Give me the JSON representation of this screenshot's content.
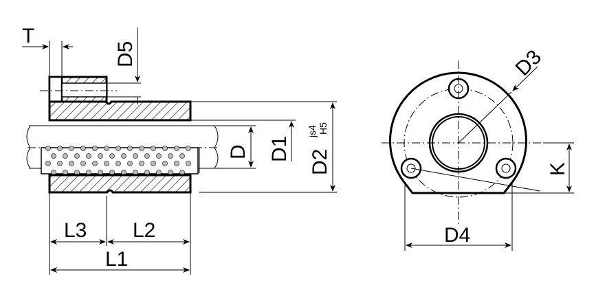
{
  "labels": {
    "T": "T",
    "D5": "D5",
    "D": "D",
    "D1": "D1",
    "D2": "D2",
    "D2_tol_upper": "js4",
    "D2_tol_lower": "H5",
    "L1": "L1",
    "L2": "L2",
    "L3": "L3",
    "D3": "D3",
    "D4": "D4",
    "K": "K"
  }
}
